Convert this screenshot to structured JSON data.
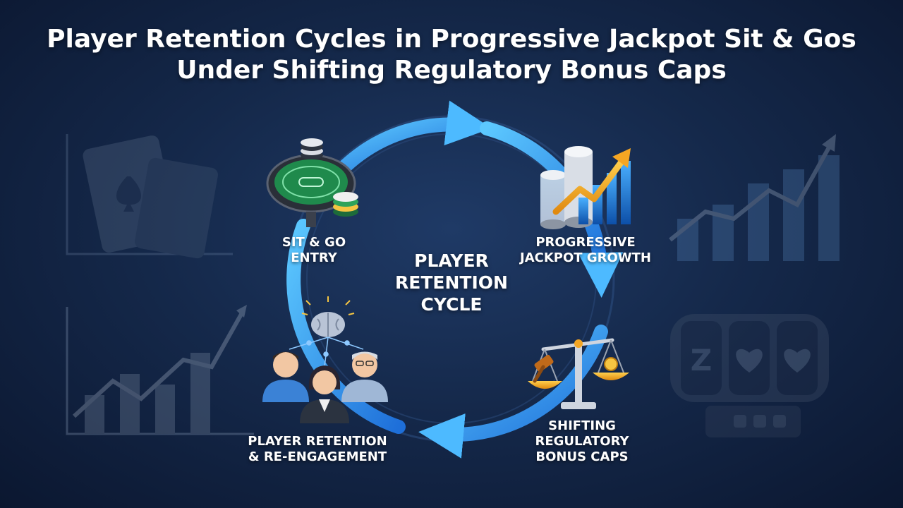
{
  "title": {
    "line1": "Player Retention Cycles in Progressive Jackpot Sit & Gos",
    "line2": "Under Shifting Regulatory Bonus Caps"
  },
  "center": {
    "line1": "PLAYER",
    "line2": "RETENTION",
    "line3": "CYCLE"
  },
  "stages": [
    {
      "line1": "SIT & GO",
      "line2": "ENTRY",
      "icon": "poker-table-icon"
    },
    {
      "line1": "PROGRESSIVE",
      "line2": "JACKPOT GROWTH",
      "icon": "rising-chips-chart-icon"
    },
    {
      "line1": "SHIFTING",
      "line2": "REGULATORY",
      "line3": "BONUS CAPS",
      "icon": "scales-gavel-icon"
    },
    {
      "line1": "PLAYER RETENTION",
      "line2": "& RE-ENGAGEMENT",
      "icon": "players-network-icon"
    }
  ],
  "colors": {
    "cycle_arrow": "#3fa9f5",
    "cycle_arrow_dark": "#1e6fd9",
    "background": "#15294b",
    "table_felt": "#1f8a4c",
    "gold": "#f5a623"
  }
}
